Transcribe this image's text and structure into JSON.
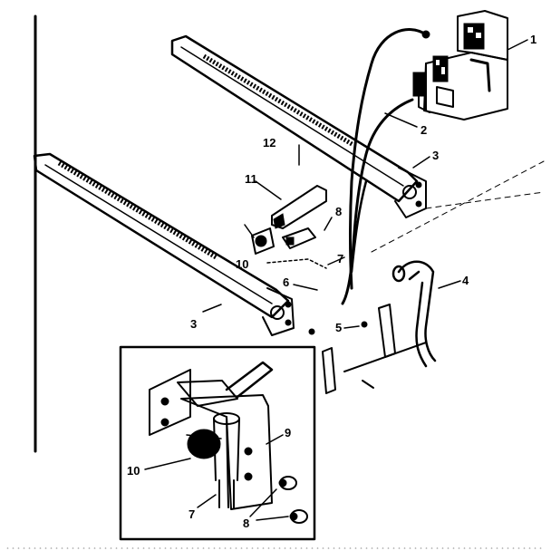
{
  "diagram": {
    "callouts": {
      "c1": "1",
      "c2": "2",
      "c3a": "3",
      "c3b": "3",
      "c4": "4",
      "c5": "5",
      "c6": "6",
      "c7": "7",
      "c7b": "7",
      "c8": "8",
      "c8b": "8",
      "c9": "9",
      "c10": "10",
      "c10b": "10",
      "c11": "11",
      "c12": "12"
    }
  }
}
